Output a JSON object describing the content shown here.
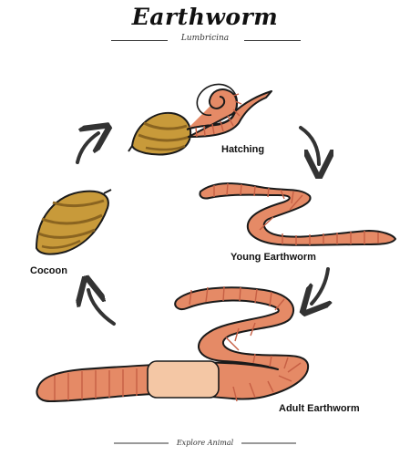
{
  "title": "Earthworm",
  "subtitle": "Lumbricina",
  "stages": {
    "hatching": "Hatching",
    "young": "Young Earthworm",
    "adult": "Adult Earthworm",
    "cocoon": "Cocoon"
  },
  "footer": "Explore Animal",
  "stock_id": "643908476",
  "colors": {
    "worm_fill": "#e58a66",
    "worm_dark": "#c65f44",
    "clitellum": "#f4c7a5",
    "cocoon_fill": "#c89a3a",
    "cocoon_dark": "#8a6420",
    "arrow": "#333333"
  }
}
